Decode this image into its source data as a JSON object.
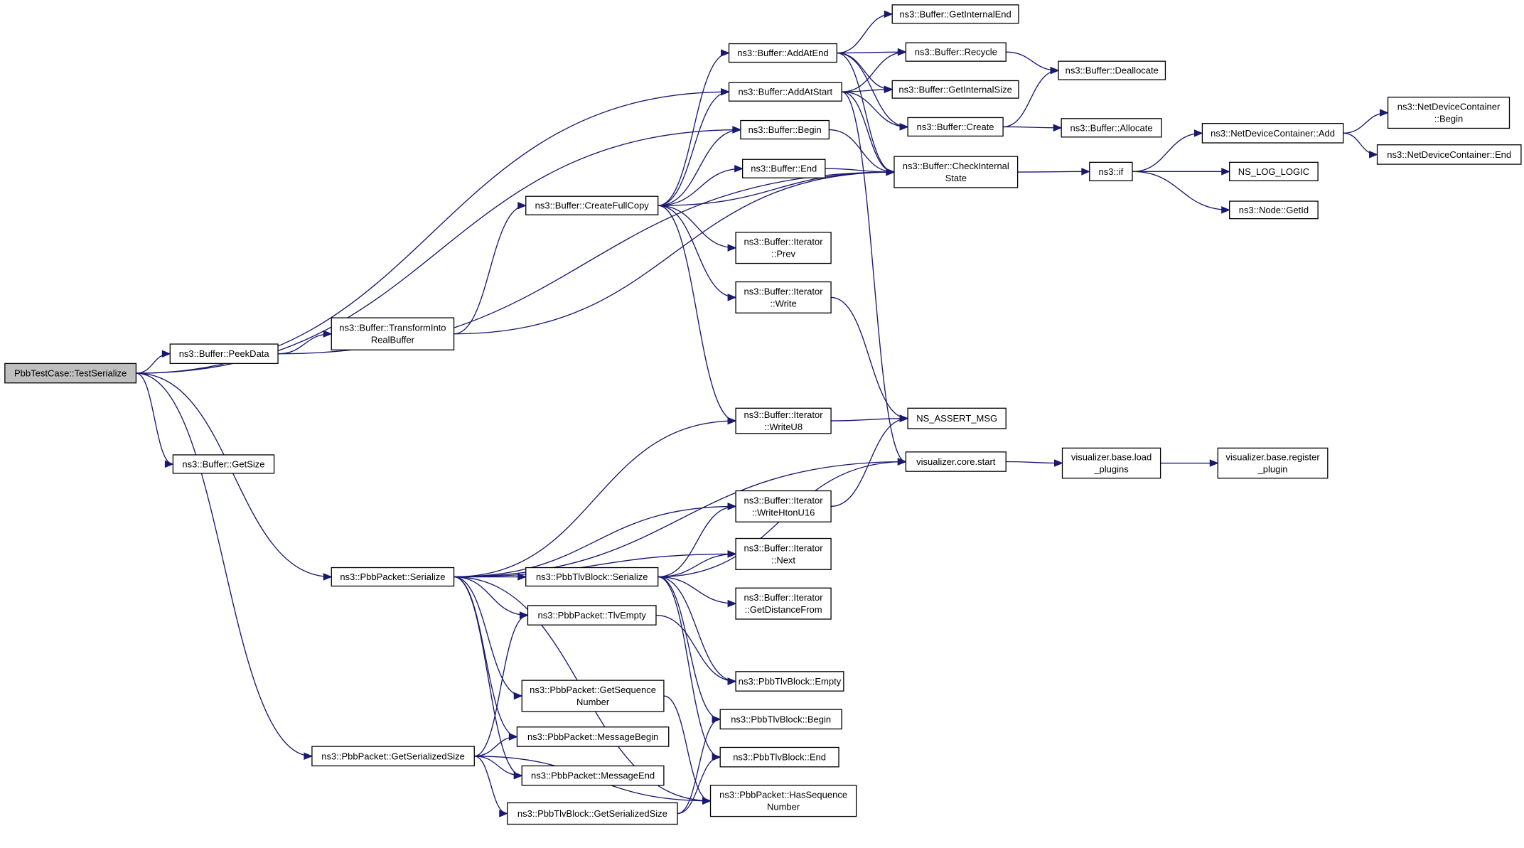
{
  "colors": {
    "edge": "#191970",
    "root_fill": "#bfbfbf",
    "node_fill": "#ffffff",
    "node_stroke": "#000000"
  },
  "nodes": [
    {
      "id": "root",
      "lines": [
        "PbbTestCase::TestSerialize"
      ]
    },
    {
      "id": "peekdata",
      "lines": [
        "ns3::Buffer::PeekData"
      ]
    },
    {
      "id": "getsize",
      "lines": [
        "ns3::Buffer::GetSize"
      ]
    },
    {
      "id": "transform",
      "lines": [
        "ns3::Buffer::TransformInto",
        "RealBuffer"
      ]
    },
    {
      "id": "createfullcopy",
      "lines": [
        "ns3::Buffer::CreateFullCopy"
      ]
    },
    {
      "id": "addatend",
      "lines": [
        "ns3::Buffer::AddAtEnd"
      ]
    },
    {
      "id": "addatstart",
      "lines": [
        "ns3::Buffer::AddAtStart"
      ]
    },
    {
      "id": "begin",
      "lines": [
        "ns3::Buffer::Begin"
      ]
    },
    {
      "id": "end",
      "lines": [
        "ns3::Buffer::End"
      ]
    },
    {
      "id": "iterprev",
      "lines": [
        "ns3::Buffer::Iterator",
        "::Prev"
      ]
    },
    {
      "id": "iterwrite",
      "lines": [
        "ns3::Buffer::Iterator",
        "::Write"
      ]
    },
    {
      "id": "writeu8",
      "lines": [
        "ns3::Buffer::Iterator",
        "::WriteU8"
      ]
    },
    {
      "id": "getinternalend",
      "lines": [
        "ns3::Buffer::GetInternalEnd"
      ]
    },
    {
      "id": "recycle",
      "lines": [
        "ns3::Buffer::Recycle"
      ]
    },
    {
      "id": "getinternalsize",
      "lines": [
        "ns3::Buffer::GetInternalSize"
      ]
    },
    {
      "id": "create",
      "lines": [
        "ns3::Buffer::Create"
      ]
    },
    {
      "id": "checkinternal",
      "lines": [
        "ns3::Buffer::CheckInternal",
        "State"
      ]
    },
    {
      "id": "deallocate",
      "lines": [
        "ns3::Buffer::Deallocate"
      ]
    },
    {
      "id": "allocate",
      "lines": [
        "ns3::Buffer::Allocate"
      ]
    },
    {
      "id": "nsif",
      "lines": [
        "ns3::if"
      ]
    },
    {
      "id": "ndcadd",
      "lines": [
        "ns3::NetDeviceContainer::Add"
      ]
    },
    {
      "id": "ndcbegin",
      "lines": [
        "ns3::NetDeviceContainer",
        "::Begin"
      ]
    },
    {
      "id": "ndcend",
      "lines": [
        "ns3::NetDeviceContainer::End"
      ]
    },
    {
      "id": "nslog",
      "lines": [
        "NS_LOG_LOGIC"
      ]
    },
    {
      "id": "nodegetid",
      "lines": [
        "ns3::Node::GetId"
      ]
    },
    {
      "id": "nsassert",
      "lines": [
        "NS_ASSERT_MSG"
      ]
    },
    {
      "id": "vizstart",
      "lines": [
        "visualizer.core.start"
      ]
    },
    {
      "id": "vizload",
      "lines": [
        "visualizer.base.load",
        "_plugins"
      ]
    },
    {
      "id": "vizreg",
      "lines": [
        "visualizer.base.register",
        "_plugin"
      ]
    },
    {
      "id": "writehton",
      "lines": [
        "ns3::Buffer::Iterator",
        "::WriteHtonU16"
      ]
    },
    {
      "id": "iternext",
      "lines": [
        "ns3::Buffer::Iterator",
        "::Next"
      ]
    },
    {
      "id": "getdist",
      "lines": [
        "ns3::Buffer::Iterator",
        "::GetDistanceFrom"
      ]
    },
    {
      "id": "pktserialize",
      "lines": [
        "ns3::PbbPacket::Serialize"
      ]
    },
    {
      "id": "tlvserialize",
      "lines": [
        "ns3::PbbTlvBlock::Serialize"
      ]
    },
    {
      "id": "tlvempty_pkt",
      "lines": [
        "ns3::PbbPacket::TlvEmpty"
      ]
    },
    {
      "id": "getseq",
      "lines": [
        "ns3::PbbPacket::GetSequence",
        "Number"
      ]
    },
    {
      "id": "msgbegin",
      "lines": [
        "ns3::PbbPacket::MessageBegin"
      ]
    },
    {
      "id": "msgend",
      "lines": [
        "ns3::PbbPacket::MessageEnd"
      ]
    },
    {
      "id": "getser",
      "lines": [
        "ns3::PbbPacket::GetSerializedSize"
      ]
    },
    {
      "id": "tlvgetser",
      "lines": [
        "ns3::PbbTlvBlock::GetSerializedSize"
      ]
    },
    {
      "id": "tlvemptyblk",
      "lines": [
        "ns3::PbbTlvBlock::Empty"
      ]
    },
    {
      "id": "tlvbegin",
      "lines": [
        "ns3::PbbTlvBlock::Begin"
      ]
    },
    {
      "id": "tlvend",
      "lines": [
        "ns3::PbbTlvBlock::End"
      ]
    },
    {
      "id": "hasseq",
      "lines": [
        "ns3::PbbPacket::HasSequence",
        "Number"
      ]
    }
  ],
  "edges": [
    [
      "root",
      "peekdata"
    ],
    [
      "root",
      "getsize"
    ],
    [
      "root",
      "addatstart"
    ],
    [
      "root",
      "begin"
    ],
    [
      "root",
      "pktserialize"
    ],
    [
      "root",
      "getser"
    ],
    [
      "peekdata",
      "transform"
    ],
    [
      "peekdata",
      "checkinternal"
    ],
    [
      "transform",
      "createfullcopy"
    ],
    [
      "transform",
      "checkinternal"
    ],
    [
      "createfullcopy",
      "addatend"
    ],
    [
      "createfullcopy",
      "addatstart"
    ],
    [
      "createfullcopy",
      "begin"
    ],
    [
      "createfullcopy",
      "end"
    ],
    [
      "createfullcopy",
      "checkinternal"
    ],
    [
      "createfullcopy",
      "iterprev"
    ],
    [
      "createfullcopy",
      "iterwrite"
    ],
    [
      "createfullcopy",
      "writeu8"
    ],
    [
      "addatend",
      "getinternalend"
    ],
    [
      "addatend",
      "recycle"
    ],
    [
      "addatend",
      "getinternalsize"
    ],
    [
      "addatend",
      "create"
    ],
    [
      "addatend",
      "checkinternal"
    ],
    [
      "addatstart",
      "recycle"
    ],
    [
      "addatstart",
      "getinternalsize"
    ],
    [
      "addatstart",
      "create"
    ],
    [
      "addatstart",
      "checkinternal"
    ],
    [
      "addatstart",
      "vizstart"
    ],
    [
      "begin",
      "checkinternal"
    ],
    [
      "end",
      "checkinternal"
    ],
    [
      "recycle",
      "deallocate"
    ],
    [
      "create",
      "deallocate"
    ],
    [
      "create",
      "allocate"
    ],
    [
      "checkinternal",
      "nsif"
    ],
    [
      "nsif",
      "ndcadd"
    ],
    [
      "nsif",
      "nslog"
    ],
    [
      "nsif",
      "nodegetid"
    ],
    [
      "ndcadd",
      "ndcbegin"
    ],
    [
      "ndcadd",
      "ndcend"
    ],
    [
      "iterwrite",
      "nsassert"
    ],
    [
      "writeu8",
      "nsassert"
    ],
    [
      "writehton",
      "nsassert"
    ],
    [
      "vizstart",
      "vizload"
    ],
    [
      "vizload",
      "vizreg"
    ],
    [
      "pktserialize",
      "writeu8"
    ],
    [
      "pktserialize",
      "vizstart"
    ],
    [
      "pktserialize",
      "writehton"
    ],
    [
      "pktserialize",
      "iternext"
    ],
    [
      "pktserialize",
      "tlvserialize"
    ],
    [
      "pktserialize",
      "tlvempty_pkt"
    ],
    [
      "pktserialize",
      "getseq"
    ],
    [
      "pktserialize",
      "msgbegin"
    ],
    [
      "pktserialize",
      "msgend"
    ],
    [
      "pktserialize",
      "hasseq"
    ],
    [
      "tlvserialize",
      "writehton"
    ],
    [
      "tlvserialize",
      "iternext"
    ],
    [
      "tlvserialize",
      "getdist"
    ],
    [
      "tlvserialize",
      "vizstart"
    ],
    [
      "tlvserialize",
      "tlvemptyblk"
    ],
    [
      "tlvserialize",
      "tlvbegin"
    ],
    [
      "tlvserialize",
      "tlvend"
    ],
    [
      "tlvempty_pkt",
      "tlvemptyblk"
    ],
    [
      "getseq",
      "hasseq"
    ],
    [
      "getser",
      "tlvempty_pkt"
    ],
    [
      "getser",
      "msgbegin"
    ],
    [
      "getser",
      "msgend"
    ],
    [
      "getser",
      "tlvgetser"
    ],
    [
      "getser",
      "hasseq"
    ],
    [
      "tlvgetser",
      "tlvbegin"
    ],
    [
      "tlvgetser",
      "tlvend"
    ]
  ]
}
